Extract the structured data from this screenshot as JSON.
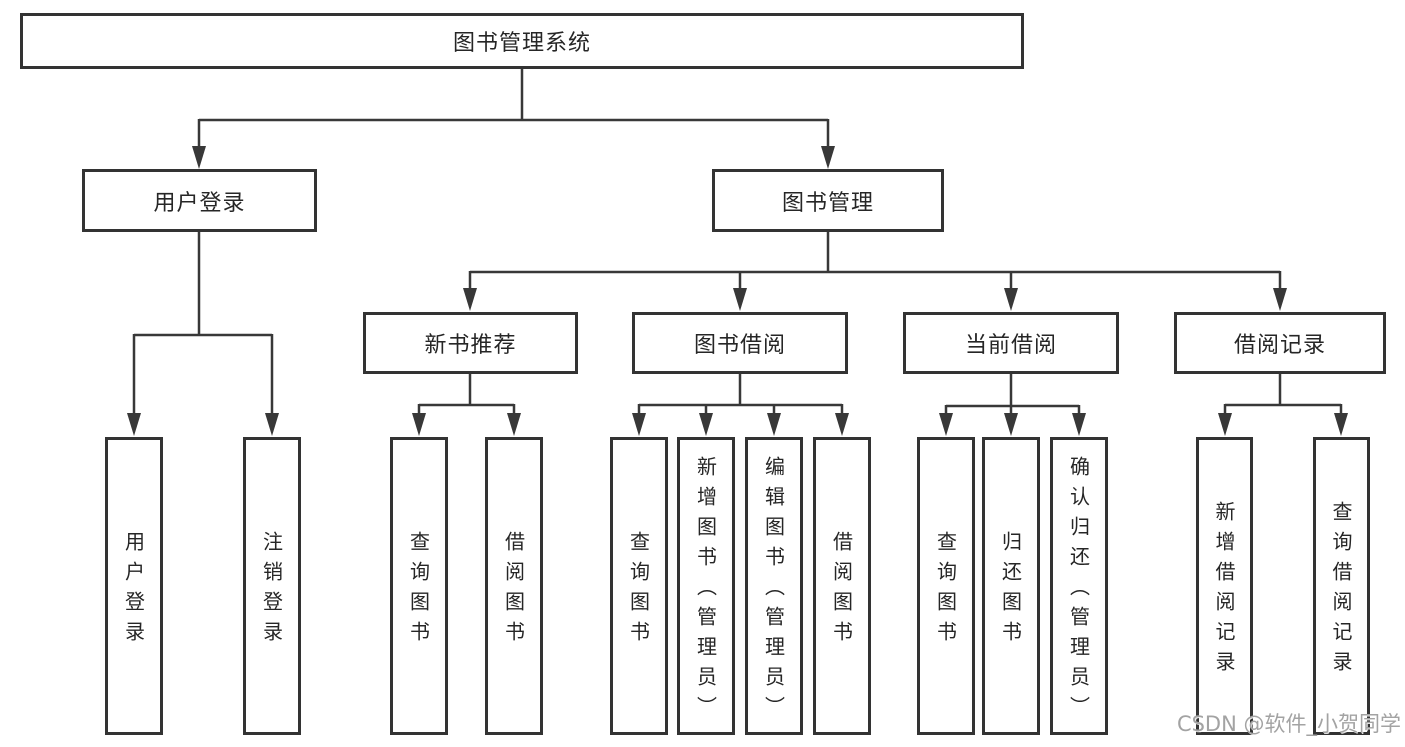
{
  "diagram": {
    "root": {
      "label": "图书管理系统"
    },
    "level2": [
      {
        "label": "用户登录"
      },
      {
        "label": "图书管理"
      }
    ],
    "level3": [
      {
        "label": "新书推荐"
      },
      {
        "label": "图书借阅"
      },
      {
        "label": "当前借阅"
      },
      {
        "label": "借阅记录"
      }
    ],
    "leaves": {
      "user_login": [
        {
          "label": "用户登录"
        },
        {
          "label": "注销登录"
        }
      ],
      "new_book": [
        {
          "label": "查询图书"
        },
        {
          "label": "借阅图书"
        }
      ],
      "book_borrow": [
        {
          "label": "查询图书"
        },
        {
          "label": "新增图书（管理员）"
        },
        {
          "label": "编辑图书（管理员）"
        },
        {
          "label": "借阅图书"
        }
      ],
      "current_borrow": [
        {
          "label": "查询图书"
        },
        {
          "label": "归还图书"
        },
        {
          "label": "确认归还（管理员）"
        }
      ],
      "borrow_record": [
        {
          "label": "新增借阅记录"
        },
        {
          "label": "查询借阅记录"
        }
      ]
    },
    "colors": {
      "line": "#383838",
      "box_border": "#333333",
      "text": "#262626",
      "background": "#ffffff",
      "watermark": "#a3a3a3"
    },
    "watermark": "CSDN @软件_小贺同学"
  }
}
